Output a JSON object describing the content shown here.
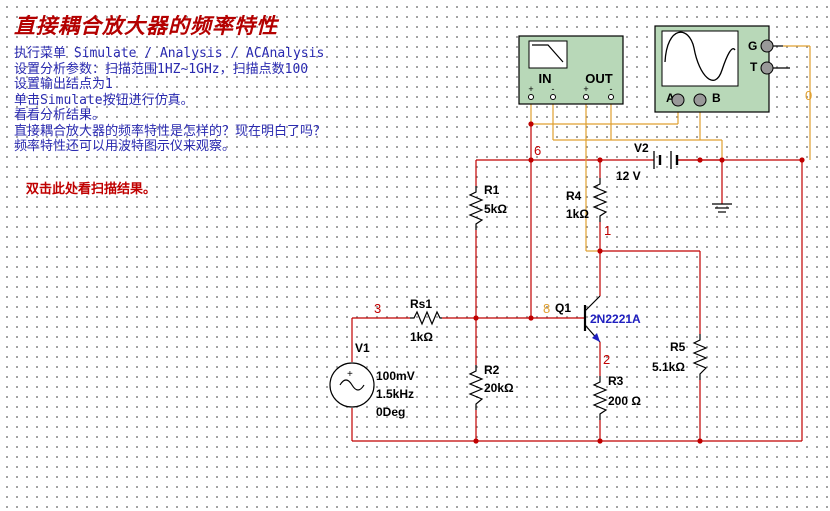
{
  "title": "直接耦合放大器的频率特性",
  "instructions": [
    "执行菜单 Simulate / Analysis / ACAnalysis",
    "设置分析参数：扫描范围1HZ~1GHz，扫描点数100",
    "设置输出结点为1",
    "单击Simulate按钮进行仿真。",
    "看看分析结果。",
    "直接耦合放大器的频率特性是怎样的？现在明白了吗？",
    "频率特性还可以用波特图示仪来观察。"
  ],
  "hint": "双击此处看扫描结果。",
  "bode_plotter": {
    "in_label": "IN",
    "out_label": "OUT",
    "pin_plus": "+",
    "pin_minus": "-"
  },
  "oscilloscope": {
    "channel_a": "A",
    "channel_b": "B",
    "ground": "G",
    "trigger": "T"
  },
  "nodes": {
    "n0": "0",
    "n1": "1",
    "n2": "2",
    "n3": "3",
    "n6": "6",
    "n8": "8"
  },
  "components": {
    "v2": {
      "name": "V2",
      "value": "12 V"
    },
    "r1": {
      "name": "R1",
      "value": "5kΩ"
    },
    "r4": {
      "name": "R4",
      "value": "1kΩ"
    },
    "rs1": {
      "name": "Rs1",
      "value": "1kΩ"
    },
    "q1": {
      "name": "Q1",
      "model": "2N2221A"
    },
    "v1": {
      "name": "V1",
      "amplitude": "100mV",
      "frequency": "1.5kHz",
      "phase": "0Deg"
    },
    "r2": {
      "name": "R2",
      "value": "20kΩ"
    },
    "r3": {
      "name": "R3",
      "value": "200 Ω"
    },
    "r5": {
      "name": "R5",
      "value": "5.1kΩ"
    }
  },
  "colors": {
    "wire": "#c00000",
    "probe_wire": "#e0a030",
    "node_label": "#c00000",
    "node0_label": "#e0a030",
    "node8_label": "#e0a030",
    "component_text": "#000000",
    "model_text": "#2020c0",
    "instrument_face": "#b8d8b8",
    "title": "#b40000",
    "instruction_text": "#2a2ab0"
  }
}
